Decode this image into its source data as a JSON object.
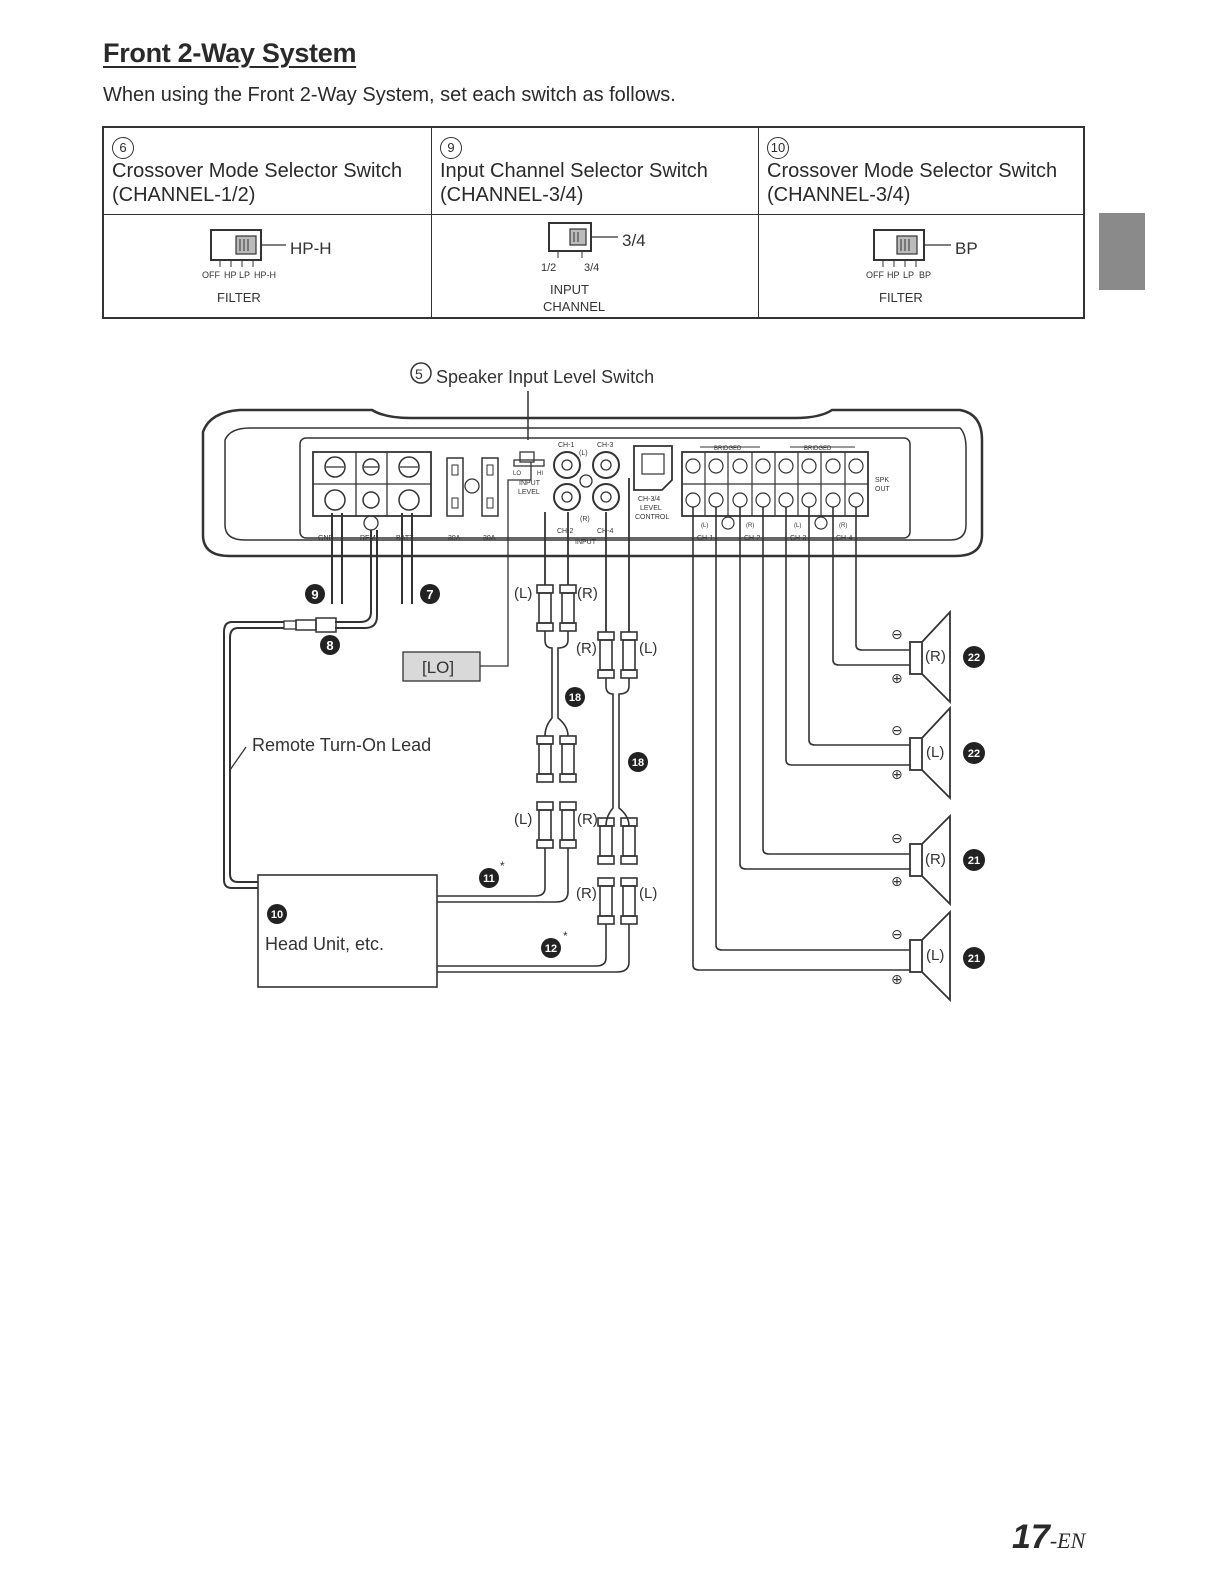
{
  "header": {
    "title": "Front 2-Way System",
    "intro": "When using the Front 2-Way System, set each switch as follows."
  },
  "switch_table": {
    "columns": [
      {
        "number": "6",
        "name": "Crossover Mode Selector Switch",
        "channel": "(CHANNEL-1/2)",
        "setting": "HP-H",
        "positions": [
          "OFF",
          "HP",
          "LP",
          "HP-H"
        ],
        "switch_label": "FILTER"
      },
      {
        "number": "9",
        "name": "Input Channel Selector Switch",
        "channel": "(CHANNEL-3/4)",
        "setting": "3/4",
        "positions": [
          "1/2",
          "3/4"
        ],
        "switch_label_1": "INPUT",
        "switch_label_2": "CHANNEL"
      },
      {
        "number": "10",
        "name": "Crossover Mode Selector Switch",
        "channel": "(CHANNEL-3/4)",
        "setting": "BP",
        "positions": [
          "OFF",
          "HP",
          "LP",
          "BP"
        ],
        "switch_label": "FILTER"
      }
    ]
  },
  "diagram": {
    "speaker_level_switch": {
      "number": "5",
      "label": "Speaker Input Level Switch"
    },
    "amp": {
      "input_level": {
        "lo": "LO",
        "hi": "HI",
        "label_1": "INPUT",
        "label_2": "LEVEL"
      },
      "rca_labels": {
        "ch1": "CH-1",
        "ch3": "CH-3",
        "l": "(L)",
        "r": "(R)",
        "ch2": "CH-2",
        "ch4": "CH-4",
        "input": "INPUT"
      },
      "level_control": {
        "line1": "CH-3/4",
        "line2": "LEVEL",
        "line3": "CONTROL"
      },
      "fuses": [
        "30A",
        "30A"
      ],
      "power_labels": [
        "GND",
        "REM",
        "BATT"
      ],
      "bridged": [
        "BRIDGED",
        "BRIDGED"
      ],
      "spk_out": [
        "SPK",
        "OUT"
      ],
      "ch_labels": [
        "CH-1",
        "CH-2",
        "CH-3",
        "CH-4"
      ],
      "lr_labels": [
        "(L)",
        "(R)",
        "(L)",
        "(R)"
      ]
    },
    "lo_box": "[LO]",
    "remote_lead": "Remote Turn-On Lead",
    "head_unit": {
      "number": "10",
      "label": "Head Unit, etc."
    },
    "callouts": {
      "c9": "9",
      "c7": "7",
      "c8": "8",
      "c18a": "18",
      "c18b": "18",
      "c11": "11",
      "c12": "12",
      "star": "*"
    },
    "rca_plug_labels": {
      "l": "(L)",
      "r": "(R)"
    },
    "speakers": [
      {
        "side": "(R)",
        "number": "22"
      },
      {
        "side": "(L)",
        "number": "22"
      },
      {
        "side": "(R)",
        "number": "21"
      },
      {
        "side": "(L)",
        "number": "21"
      }
    ],
    "polarity": {
      "minus": "⊖",
      "plus": "⊕"
    }
  },
  "page": {
    "number": "17",
    "suffix": "-EN"
  }
}
